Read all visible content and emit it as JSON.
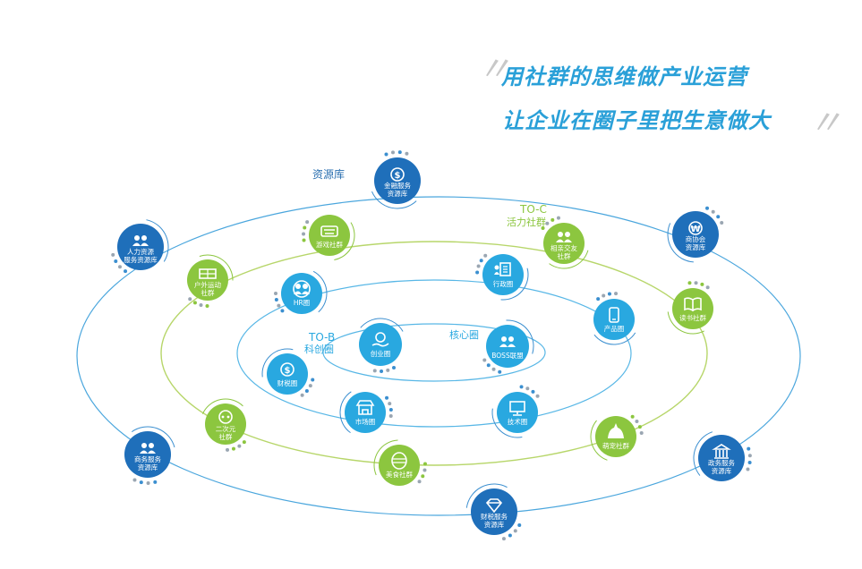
{
  "headline": {
    "line1": "用社群的思维做产业运营",
    "line2": "让企业在圈子里把生意做大",
    "open_quote": "〃",
    "close_quote": "〃"
  },
  "rings": {
    "resource": {
      "label": "资源库"
    },
    "toc": {
      "label_line1": "TO-C",
      "label_line2": "活力社群"
    },
    "tob": {
      "label_line1": "TO-B",
      "label_line2": "科创圈"
    },
    "core": {
      "label": "核心圈"
    }
  },
  "resource_nodes": [
    {
      "id": "finance",
      "lines": [
        "金融服务",
        "资源库"
      ],
      "icon": "dollar-coin-icon"
    },
    {
      "id": "chamber",
      "lines": [
        "商协会",
        "资源库"
      ],
      "icon": "won-coin-icon"
    },
    {
      "id": "gov",
      "lines": [
        "政务服务",
        "资源库"
      ],
      "icon": "government-building-icon"
    },
    {
      "id": "tax",
      "lines": [
        "财税服务",
        "资源库"
      ],
      "icon": "diamond-icon"
    },
    {
      "id": "business",
      "lines": [
        "商务服务",
        "资源库"
      ],
      "icon": "handshake-people-icon"
    },
    {
      "id": "hr",
      "lines": [
        "人力资源",
        "服务资源库"
      ],
      "icon": "people-group-icon"
    }
  ],
  "community_nodes": [
    {
      "id": "game",
      "lines": [
        "游戏社群"
      ],
      "icon": "keyboard-icon"
    },
    {
      "id": "dating",
      "lines": [
        "相亲交友",
        "社群"
      ],
      "icon": "couple-icon"
    },
    {
      "id": "reading",
      "lines": [
        "读书社群"
      ],
      "icon": "book-icon"
    },
    {
      "id": "pet",
      "lines": [
        "萌宠社群"
      ],
      "icon": "pet-icon"
    },
    {
      "id": "food",
      "lines": [
        "美食社群"
      ],
      "icon": "food-icon"
    },
    {
      "id": "acg",
      "lines": [
        "二次元",
        "社群"
      ],
      "icon": "anime-icon"
    },
    {
      "id": "outdoor",
      "lines": [
        "户外运动",
        "社群"
      ],
      "icon": "outdoor-icon"
    }
  ],
  "circle_nodes": [
    {
      "id": "hr_circle",
      "lines": [
        "HR圈"
      ],
      "icon": "magnifier-person-icon"
    },
    {
      "id": "admin",
      "lines": [
        "行政圈"
      ],
      "icon": "document-icon"
    },
    {
      "id": "product",
      "lines": [
        "产品圈"
      ],
      "icon": "phone-icon"
    },
    {
      "id": "tech",
      "lines": [
        "技术圈"
      ],
      "icon": "monitor-icon"
    },
    {
      "id": "market",
      "lines": [
        "市场圈"
      ],
      "icon": "storefront-icon"
    },
    {
      "id": "fintax",
      "lines": [
        "财税圈"
      ],
      "icon": "coin-badge-icon"
    }
  ],
  "core_nodes": [
    {
      "id": "startup",
      "lines": [
        "创业圈"
      ],
      "icon": "money-hand-icon"
    },
    {
      "id": "boss",
      "lines": [
        "BOSS联盟"
      ],
      "icon": "boss-group-icon"
    }
  ],
  "colors": {
    "resource_node": "#1f6fba",
    "community_node": "#8cc63f",
    "circle_node": "#29a8e0",
    "resource_ring": "#4aa6dd",
    "community_ring": "#b7d66a",
    "circle_ring": "#58b7e6",
    "headline": "#2aa0d8"
  }
}
